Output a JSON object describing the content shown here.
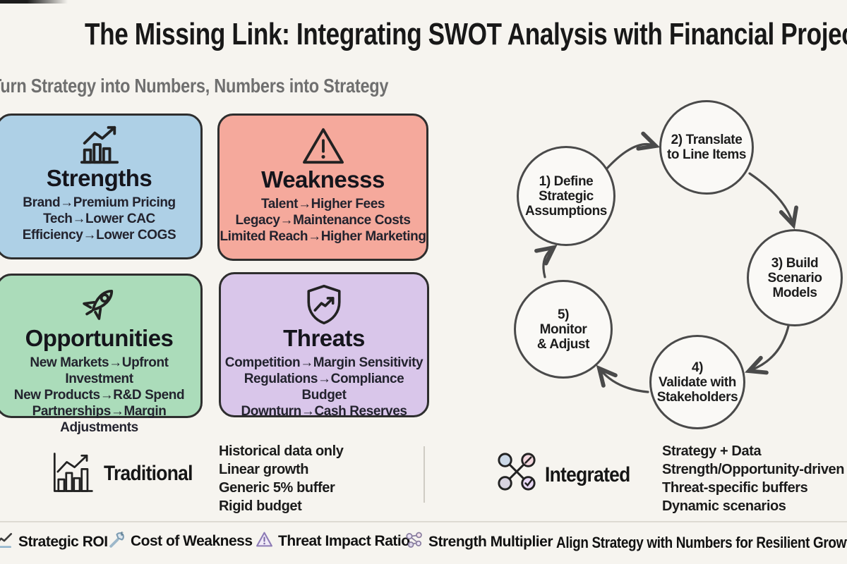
{
  "header": {
    "title": "The Missing Link: Integrating SWOT Analysis with Financial Projections",
    "subtitle": "Turn Strategy into Numbers, Numbers into Strategy"
  },
  "swot": {
    "quadrants": [
      {
        "id": "strengths",
        "title": "Strengths",
        "icon": "bar-chart-growth-icon",
        "color": "#aed0e6",
        "items": [
          "Brand→Premium Pricing",
          "Tech→Lower CAC",
          "Efficiency→Lower COGS"
        ]
      },
      {
        "id": "weaknesses",
        "title": "Weaknesss",
        "icon": "warning-triangle-icon",
        "color": "#f5a99c",
        "items": [
          "Talent→Higher Fees",
          "Legacy→Maintenance Costs",
          "Limited Reach→Higher Marketing"
        ]
      },
      {
        "id": "opportunities",
        "title": "Opportunities",
        "icon": "rocket-icon",
        "color": "#abdcba",
        "items": [
          "New Markets→Upfront Investment",
          "New Products→R&D Spend",
          "Partnerships→Margin Adjustments"
        ]
      },
      {
        "id": "threats",
        "title": "Threats",
        "icon": "shield-growth-icon",
        "color": "#d9c6ea",
        "items": [
          "Competition→Margin Sensitivity",
          "Regulations→Compliance Budget",
          "Downturn→Cash Reserves"
        ]
      }
    ]
  },
  "cycle": {
    "nodes": [
      {
        "lines": [
          "1) Define",
          "Strategic",
          "Assumptions"
        ]
      },
      {
        "lines": [
          "2) Translate",
          "to Line Items"
        ]
      },
      {
        "lines": [
          "3) Build",
          "Scenario",
          "Models"
        ]
      },
      {
        "lines": [
          "4)",
          "Validate with",
          "Stakeholders"
        ]
      },
      {
        "lines": [
          "5)",
          "Monitor",
          "& Adjust"
        ]
      }
    ]
  },
  "comparison": {
    "traditional": {
      "label": "Traditional",
      "icon": "bar-chart-trend-icon",
      "items": [
        "Historical data only",
        "Linear growth",
        "Generic 5% buffer",
        "Rigid budget"
      ]
    },
    "integrated": {
      "label": "Integrated",
      "icon": "network-nodes-icon",
      "items": [
        "Strategy + Data",
        "Strength/Opportunity-driven",
        "Threat-specific buffers",
        "Dynamic scenarios"
      ]
    }
  },
  "footer": {
    "metrics": [
      {
        "label": "Strategic ROI",
        "icon": "roi-chart-icon"
      },
      {
        "label": "Cost of Weakness",
        "icon": "wrench-icon"
      },
      {
        "label": "Threat Impact Ratio",
        "icon": "warning-triangle-icon"
      },
      {
        "label": "Strength Multiplier",
        "icon": "network-icon"
      }
    ],
    "tagline": "Align Strategy with Numbers for Resilient Growth"
  },
  "colors": {
    "background": "#f6f4ef",
    "box_border": "#2e2e2e",
    "strengths_fill": "#aed0e6",
    "weakness_fill": "#f5a99c",
    "opportunities_fill": "#abdcba",
    "threats_fill": "#d9c6ea",
    "traditional_bar_fill": "#eed3b4",
    "arrow_stroke": "#4a4a4a"
  }
}
